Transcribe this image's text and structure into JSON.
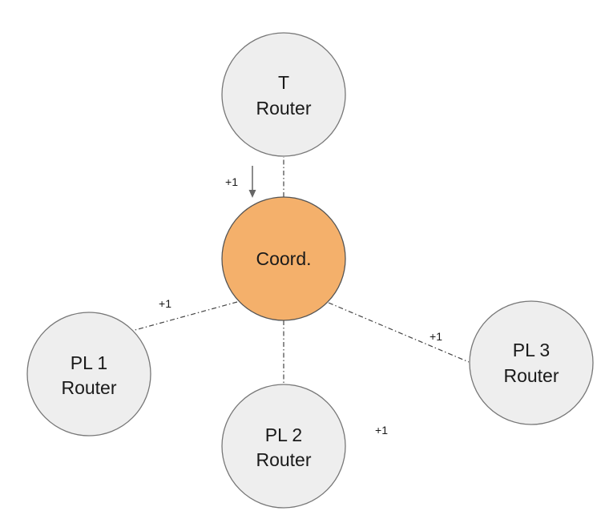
{
  "nodes": [
    {
      "id": "t-router",
      "lines": [
        "T",
        "Router"
      ],
      "fill": "#eeeeee",
      "stroke": "#777777"
    },
    {
      "id": "coordinator",
      "lines": [
        "Coord."
      ],
      "fill": "#f4b06b",
      "stroke": "#555555"
    },
    {
      "id": "pl1-router",
      "lines": [
        "PL 1",
        "Router"
      ],
      "fill": "#eeeeee",
      "stroke": "#777777"
    },
    {
      "id": "pl2-router",
      "lines": [
        "PL 2",
        "Router"
      ],
      "fill": "#eeeeee",
      "stroke": "#777777"
    },
    {
      "id": "pl3-router",
      "lines": [
        "PL 3",
        "Router"
      ],
      "fill": "#eeeeee",
      "stroke": "#777777"
    }
  ],
  "edges": [
    {
      "from": "coordinator",
      "to": "t-router"
    },
    {
      "from": "coordinator",
      "to": "pl1-router"
    },
    {
      "from": "coordinator",
      "to": "pl2-router"
    },
    {
      "from": "coordinator",
      "to": "pl3-router"
    }
  ],
  "edge_labels": {
    "t_edge": "+1",
    "pl1_edge": "+1",
    "pl2_edge": "+1",
    "pl3_edge": "+1"
  }
}
